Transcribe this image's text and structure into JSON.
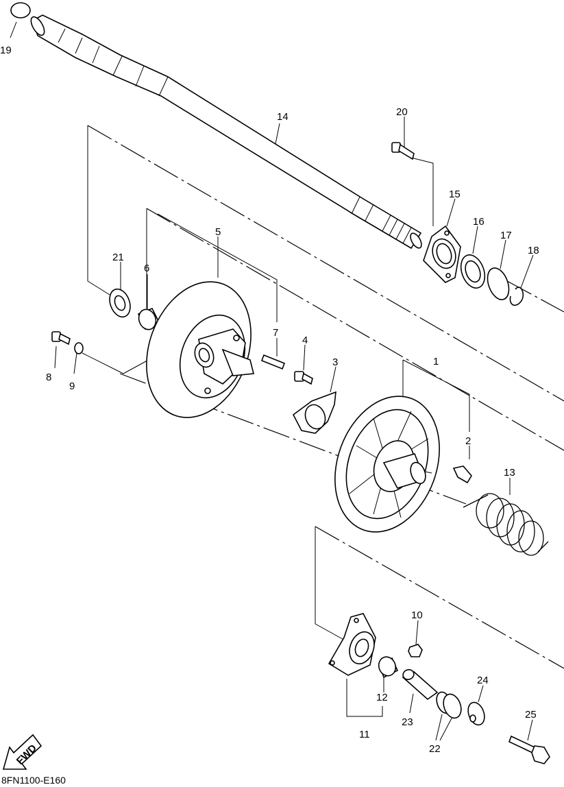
{
  "diagram_code": "8FN1100-E160",
  "fwd_label": "FWD",
  "callouts": {
    "c1": "1",
    "c2": "2",
    "c3": "3",
    "c4": "4",
    "c5": "5",
    "c6": "6",
    "c7": "7",
    "c8": "8",
    "c9": "9",
    "c10": "10",
    "c11": "11",
    "c12": "12",
    "c13": "13",
    "c14": "14",
    "c15": "15",
    "c16": "16",
    "c17": "17",
    "c18": "18",
    "c19": "19",
    "c20": "20",
    "c21": "21",
    "c22": "22",
    "c23": "23",
    "c24": "24",
    "c25": "25"
  }
}
